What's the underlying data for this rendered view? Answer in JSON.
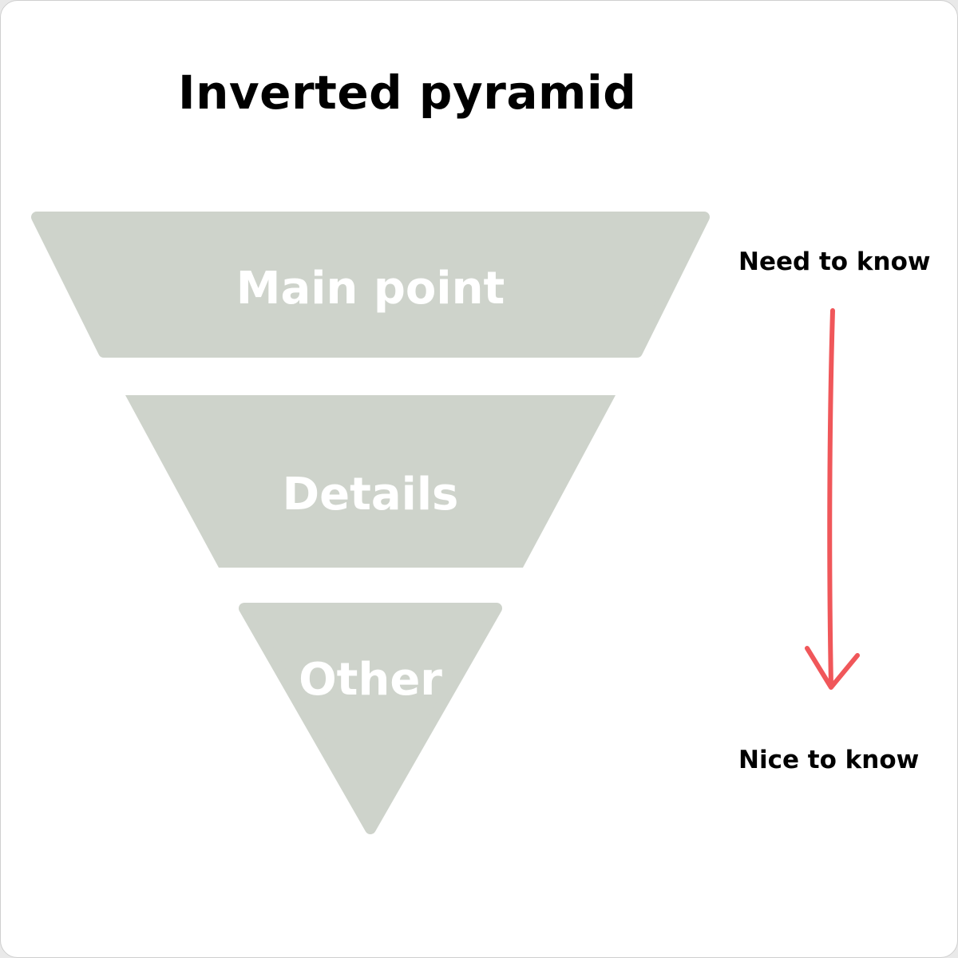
{
  "title": "Inverted pyramid",
  "tiers": [
    {
      "label": "Main point"
    },
    {
      "label": "Details"
    },
    {
      "label": "Other"
    }
  ],
  "scale": {
    "top_label": "Need to know",
    "bottom_label": "Nice to know"
  },
  "colors": {
    "tier_fill": "#CED3CB",
    "tier_text": "#FFFFFF",
    "arrow": "#F0575A",
    "text": "#000000",
    "background": "#FFFFFF"
  },
  "icons": {
    "arrow": "arrow-down-icon"
  }
}
